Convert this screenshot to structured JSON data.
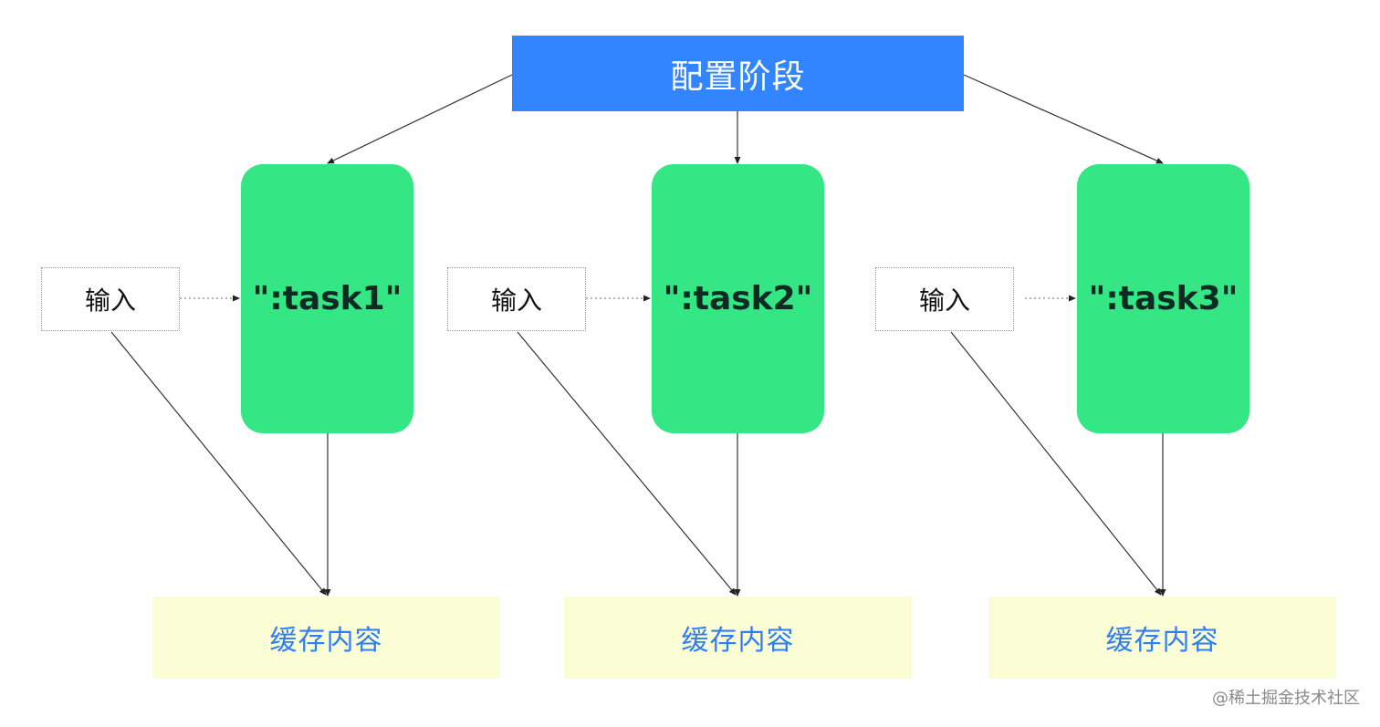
{
  "config": {
    "label": "配置阶段"
  },
  "tasks": [
    {
      "label": "\":task1\""
    },
    {
      "label": "\":task2\""
    },
    {
      "label": "\":task3\""
    }
  ],
  "inputs": [
    {
      "label": "输入"
    },
    {
      "label": "输入"
    },
    {
      "label": "输入"
    }
  ],
  "caches": [
    {
      "label": "缓存内容"
    },
    {
      "label": "缓存内容"
    },
    {
      "label": "缓存内容"
    }
  ],
  "watermark": "@稀土掘金技术社区",
  "colors": {
    "config_fill": "#3385ff",
    "task_fill": "#35e685",
    "cache_fill": "#fbfdd5",
    "cache_text": "#2f7df5"
  }
}
